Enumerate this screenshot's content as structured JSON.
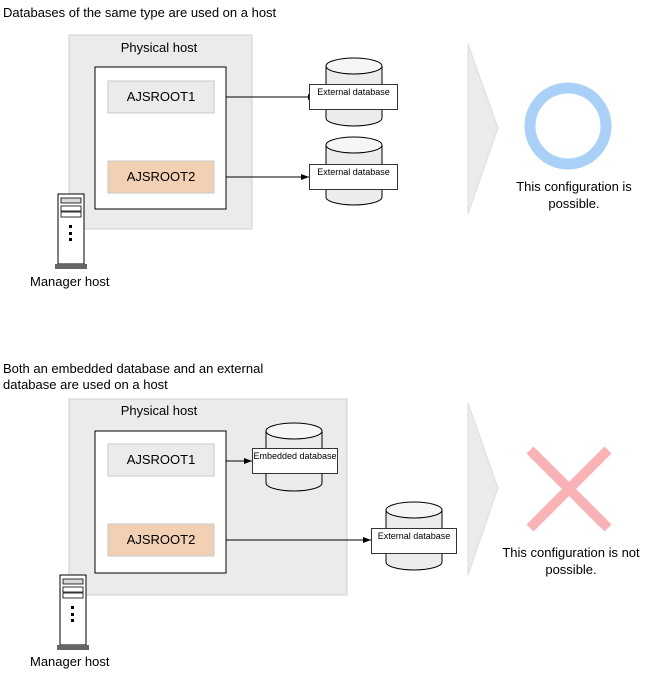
{
  "panel1": {
    "heading": "Databases of the same type are used on a host",
    "physical_host_label": "Physical host",
    "instance1_label": "AJSROOT1",
    "instance2_label": "AJSROOT2",
    "db1_label": "External database",
    "db2_label": "External database",
    "manager_host_label": "Manager host",
    "status_icon": "circle-ok-icon",
    "status_text": "This configuration is possible."
  },
  "panel2": {
    "heading": "Both an embedded database and an external database are used on a host",
    "physical_host_label": "Physical host",
    "instance1_label": "AJSROOT1",
    "instance2_label": "AJSROOT2",
    "db1_label": "Embedded database",
    "db2_label": "External database",
    "manager_host_label": "Manager host",
    "status_icon": "cross-ng-icon",
    "status_text": "This configuration is not possible."
  },
  "colors": {
    "physical_host_fill": "#ebebeb",
    "instance1_fill": "#ebebeb",
    "instance2_fill": "#f2d0b3",
    "ok_circle": "#a9d1f7",
    "ng_cross": "#f9b3b6",
    "chevron_fill": "#ebebeb"
  }
}
